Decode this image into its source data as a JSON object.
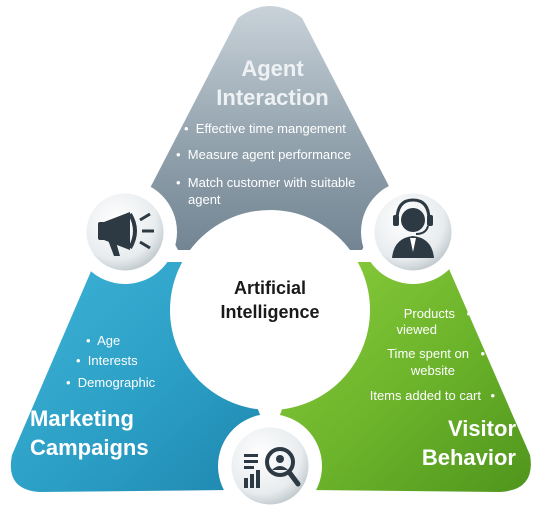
{
  "center": {
    "line1": "Artificial",
    "line2": "Intelligence"
  },
  "segments": {
    "top": {
      "title_line1": "Agent",
      "title_line2": "Interaction",
      "items": [
        "Effective time mangement",
        "Measure agent performance",
        "Match customer with suitable",
        "agent"
      ],
      "color": "#8a9aa6"
    },
    "left": {
      "title_line1": "Marketing",
      "title_line2": "Campaigns",
      "items": [
        "Age",
        "Interests",
        "Demographic"
      ],
      "color": "#2aa3c8"
    },
    "right": {
      "title_line1": "Visitor",
      "title_line2": "Behavior",
      "items": [
        "Products",
        "viewed",
        "Time spent on",
        "website",
        "Items added to cart"
      ],
      "color": "#6fb52c"
    }
  },
  "icons": {
    "megaphone": "megaphone-icon",
    "support_agent": "headset-agent-icon",
    "analytics": "analytics-search-icon"
  }
}
